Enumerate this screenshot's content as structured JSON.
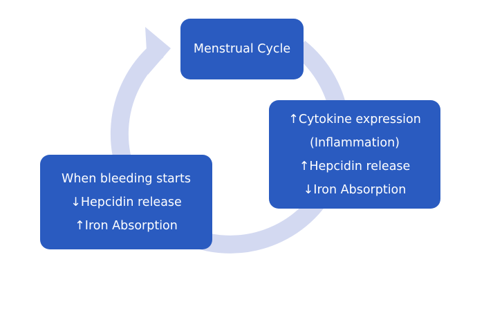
{
  "diagram": {
    "colors": {
      "box_fill": "#2a5bc0",
      "box_text": "#ffffff",
      "ring": "#d3d9f1"
    },
    "nodes": [
      {
        "id": "menstrual-cycle",
        "lines": [
          "Menstrual Cycle"
        ]
      },
      {
        "id": "inflammation-phase",
        "lines": [
          "↑Cytokine expression",
          "(Inflammation)",
          "↑Hepcidin release",
          "↓Iron Absorption"
        ]
      },
      {
        "id": "bleeding-phase",
        "lines": [
          "When bleeding starts",
          "↓Hepcidin release",
          "↑Iron Absorption"
        ]
      }
    ],
    "flow": "clockwise"
  }
}
